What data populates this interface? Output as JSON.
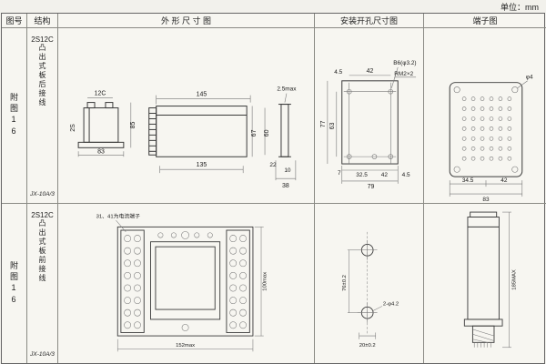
{
  "unit_label": "单位：mm",
  "headers": {
    "fig_no": "图号",
    "structure": "结构",
    "outline": "外 形 尺 寸 图",
    "mounting": "安装开孔尺寸图",
    "terminal": "端子图"
  },
  "row1": {
    "fig_no": "附图16",
    "model": "2S12C",
    "desc": "凸出式板后接线",
    "type_label": "JX-10A/3",
    "outline": {
      "d12c": "12C",
      "d2s": "2S",
      "d83": "83",
      "d85": "85",
      "d145": "145",
      "d67": "67",
      "d60": "60",
      "d135": "135",
      "d22": "22",
      "d10": "10",
      "d38": "38",
      "d25max": "2.5max"
    },
    "mounting": {
      "d45a": "4.5",
      "d42a": "42",
      "b6": "B6(φ3.2)",
      "rm": "RM2×2",
      "d77": "77",
      "d63": "63",
      "d7": "7",
      "d325": "32.5",
      "d42b": "42",
      "d45b": "4.5",
      "d79": "79"
    },
    "terminal": {
      "phi4": "φ4",
      "d345": "34.5",
      "d42": "42",
      "d83": "83"
    }
  },
  "row2": {
    "fig_no": "附图16",
    "model": "2S12C",
    "desc": "凸出式板前接线",
    "type_label": "JX-10A/3",
    "outline": {
      "note": "31、41为电流端子",
      "d152": "152max",
      "d100": "100max"
    },
    "mounting": {
      "d76": "76±0.2",
      "d2phi42": "2-φ4.2",
      "d20": "20±0.2"
    },
    "terminal": {
      "d185": "185MAX"
    }
  }
}
